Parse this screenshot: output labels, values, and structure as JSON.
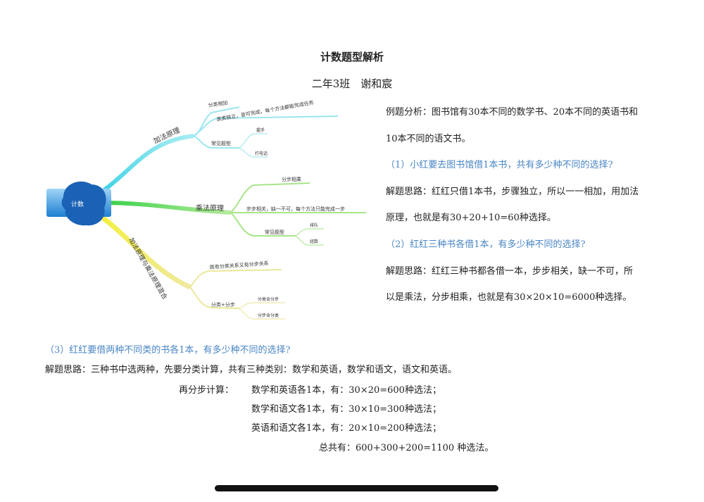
{
  "doc": {
    "title": "计数题型解析",
    "subtitle": "二年3班　谢和宸"
  },
  "mindmap": {
    "root": "计数",
    "b1": {
      "label": "加法原理",
      "c1": "分类相加",
      "c2": "类类独立，皆可完成，每个方法都能完成任务",
      "c3": "常见题型",
      "c3a": "握手",
      "c3b": "打电话"
    },
    "b2": {
      "label": "乘法原理",
      "c1": "分步相乘",
      "c2": "步步相关，缺一不可，每个方法只能完成一步",
      "c3": "常见题型",
      "c3a": "排队",
      "c3b": "组数"
    },
    "b3": {
      "label": "加法原理与乘法原理混合",
      "c1": "既有分类关系又有分步关系",
      "c2": "分类+分步",
      "c2a": "分类含分步",
      "c2b": "分步含分类"
    }
  },
  "right": {
    "example": "例题分析：图书馆有30本不同的数学书、20本不同的英语书和",
    "example2": "10本不同的语文书。",
    "q1": "（1）小红要去图书馆借1本书，共有多少种不同的选择?",
    "a1_1": "解题思路：红红只借1本书，步骤独立，所以一一相加，用加法",
    "a1_2": "原理，也就是有30+20+10=60种选择。",
    "q2": "（2）红红三种书各借1本，有多少种不同的选择?",
    "a2_1": "解题思路：红红三种书都各借一本，步步相关，缺一不可，所",
    "a2_2": "以是乘法，分步相乘，也就是有30×20×10=6000种选择。"
  },
  "bottom": {
    "q3": "（3）红红要借两种不同类的书各1本，有多少种不同的选择?",
    "a3": "解题思路：三种书中选两种，先要分类计算，共有三种类别：数学和英语，数学和语文，语文和英语。",
    "step_label": "再分步计算：",
    "s1": "数学和英语各1本，有：30×20=600种选法；",
    "s2": "数学和语文各1本，有：30×10=300种选法；",
    "s3": "英语和语文各1本，有：20×10=200种选法；",
    "total": "总共有：600+300+200=1100 种选法。"
  }
}
